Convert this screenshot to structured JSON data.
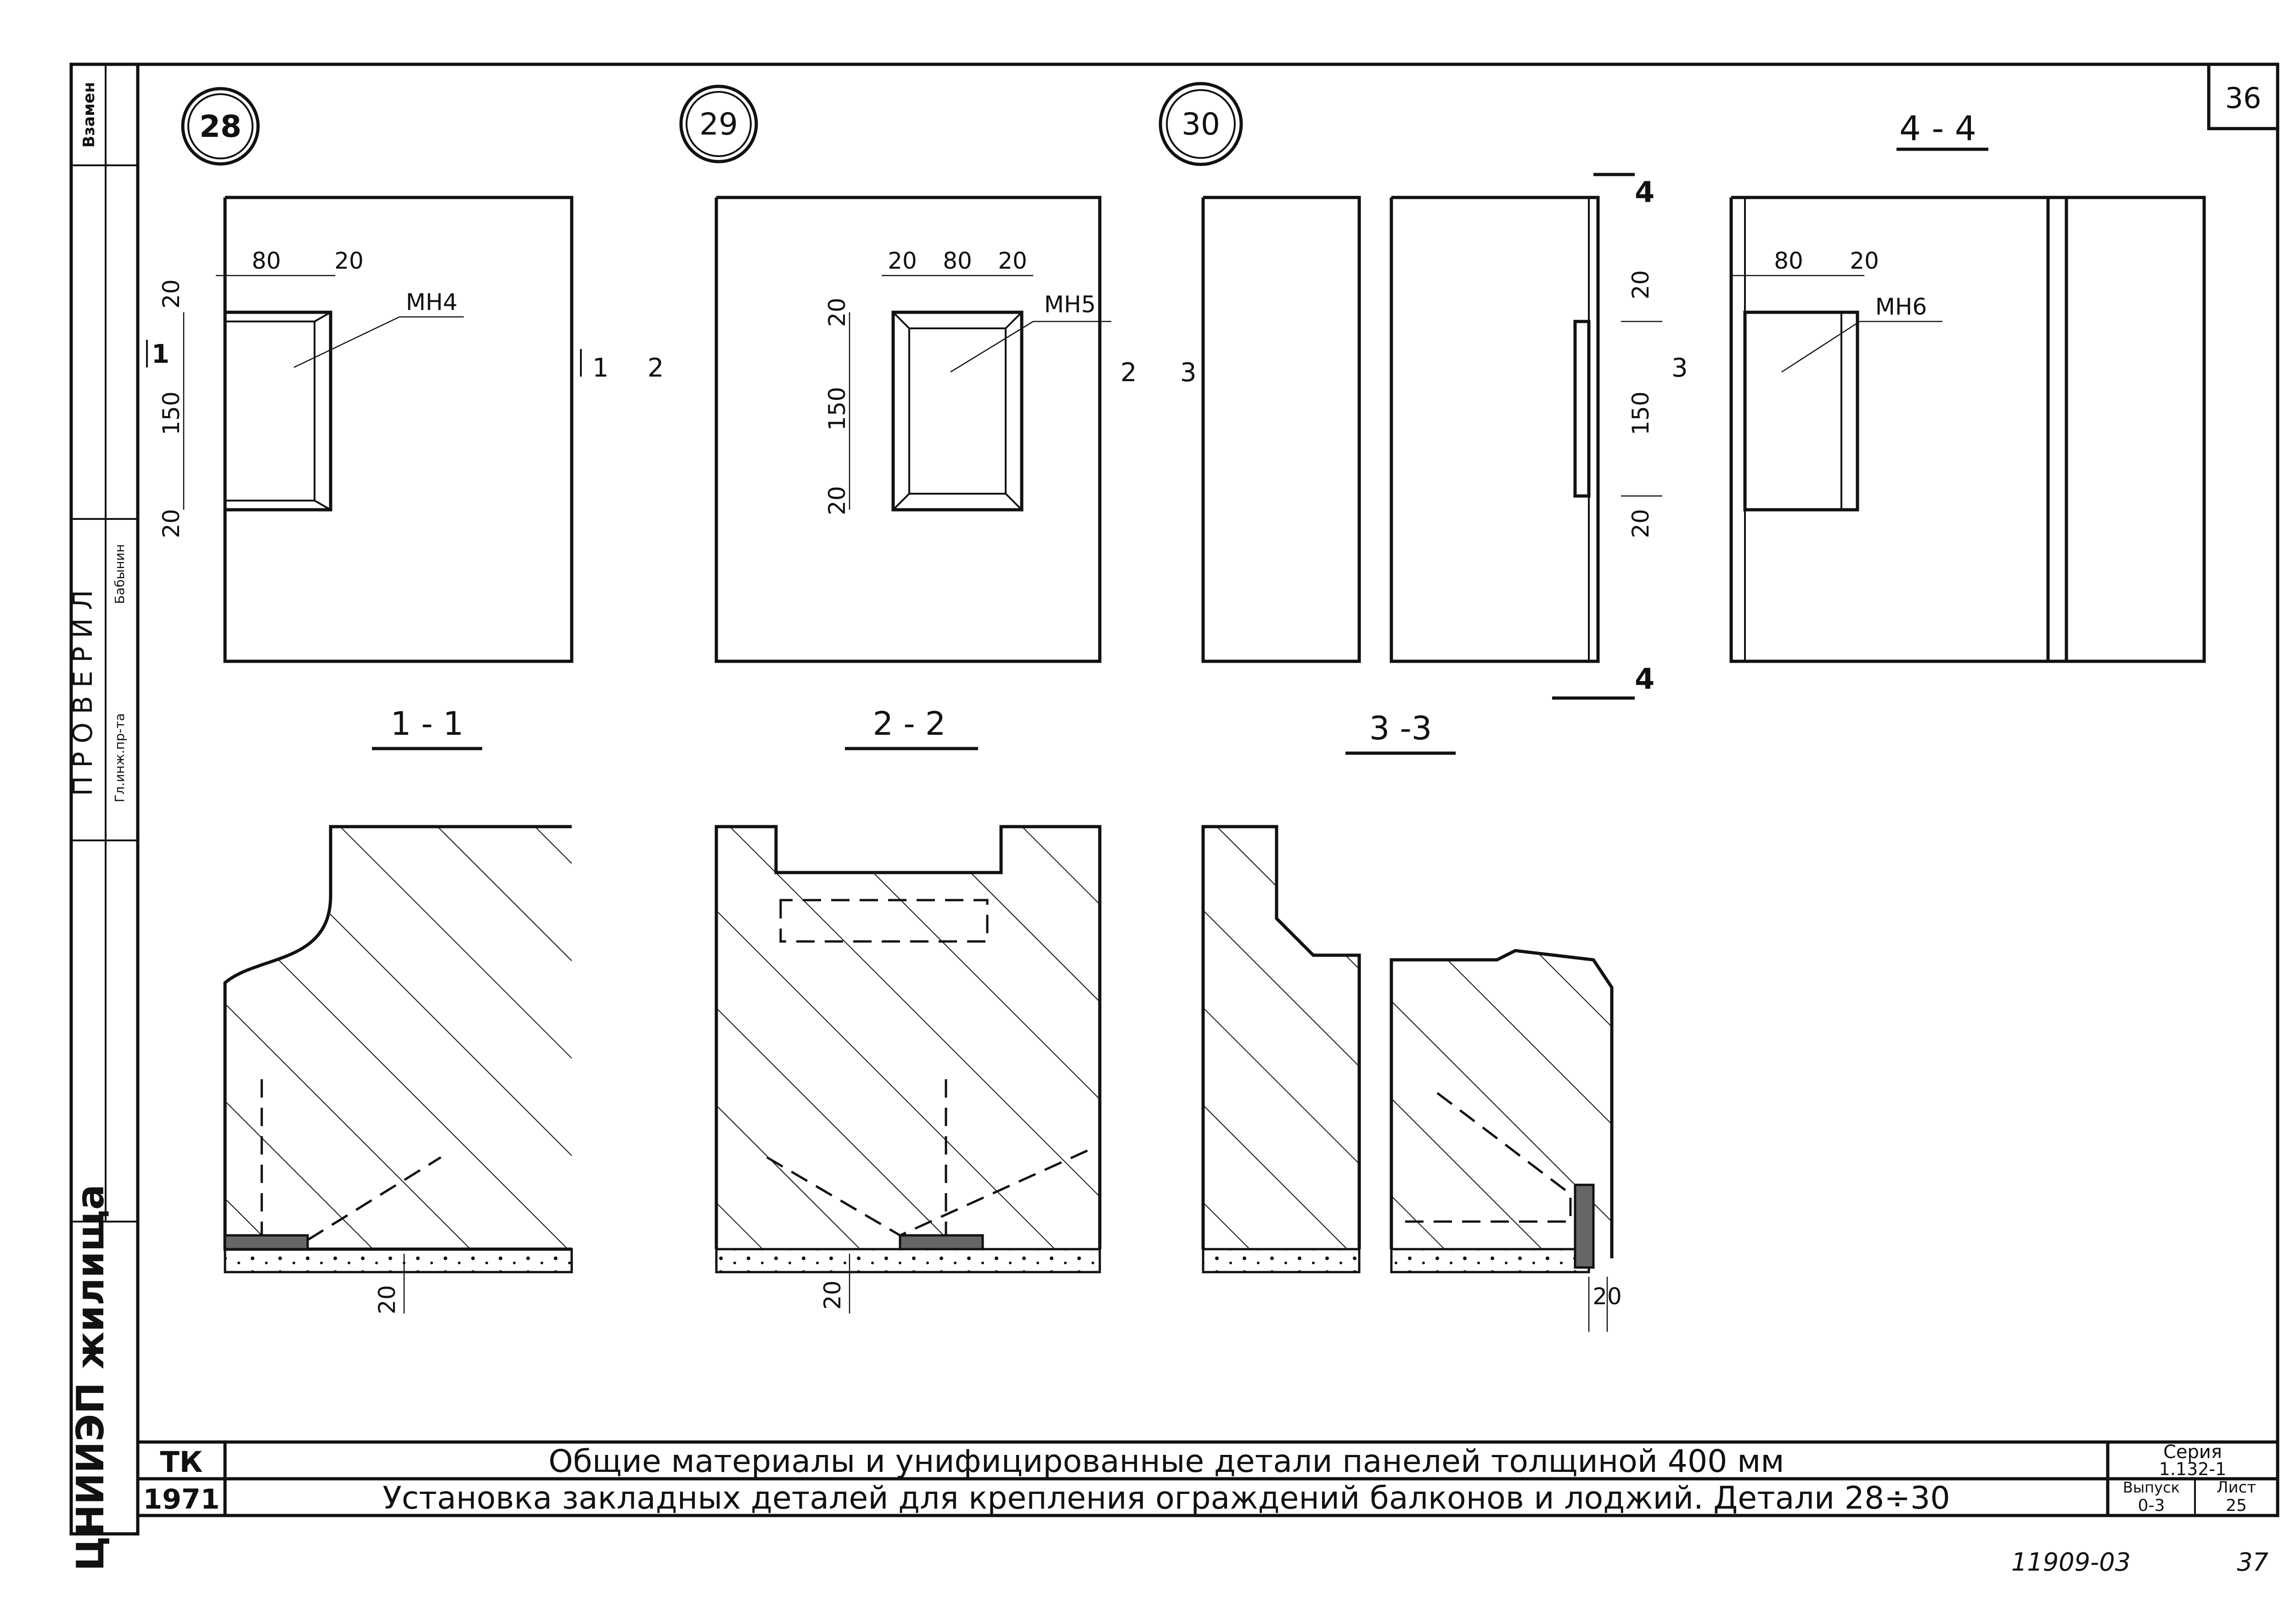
{
  "sheet_number": "36",
  "bottom_right_code": "11909-03",
  "bottom_right_page": "37",
  "side_stamp": {
    "organization": "ЦНИИЭП жилища",
    "checked_title": "ПРОВЕРИЛ",
    "checked_role": "Гл.инж.пр-та",
    "checked_name": "Бабынин",
    "top_label": "Взамен"
  },
  "details": [
    {
      "id": "28"
    },
    {
      "id": "29"
    },
    {
      "id": "30"
    }
  ],
  "section_4_4_title": "4 - 4",
  "embedded_parts": {
    "d28": "МН4",
    "d29": "МН5",
    "d30": "МН6"
  },
  "dims": {
    "d80": "80",
    "d20": "20",
    "d150": "150"
  },
  "section_markers": {
    "s1": "1",
    "s2": "2",
    "s3": "3",
    "s4": "4"
  },
  "section_titles": {
    "t1": "1 - 1",
    "t2": "2 - 2",
    "t3": "3 -3"
  },
  "title_block": {
    "tk_label": "ТК",
    "year": "1971",
    "line1": "Общие материалы и унифицированные детали панелей толщиной 400 мм",
    "line2": "Установка закладных деталей для крепления ограждений балконов и лоджий. Детали 28÷30",
    "series_label": "Серия",
    "series_value": "1.132-1",
    "issue_label": "Выпуск",
    "issue_value": "0-3",
    "sheet_label": "Лист",
    "sheet_value": "25"
  }
}
